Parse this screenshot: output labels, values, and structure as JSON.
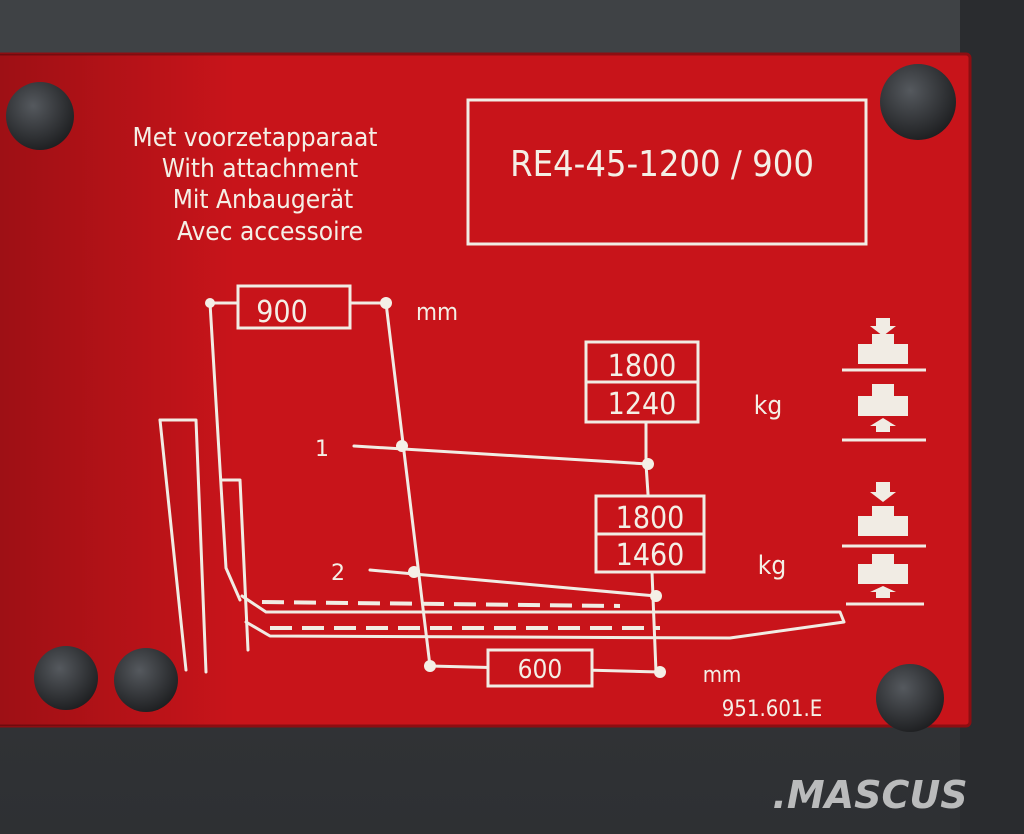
{
  "plate": {
    "background_color": "#c8141a",
    "line_color": "#f1ece4",
    "attachment_lines": [
      "Met voorzetapparaat",
      "With attachment",
      "Mit Anbaugerät",
      "Avec accessoire"
    ],
    "model": "RE4-45-1200 / 900",
    "top_distance": "900",
    "top_unit": "mm",
    "point_labels": [
      "1",
      "2"
    ],
    "load_1": {
      "upper": "1800",
      "lower": "1240",
      "unit": "kg"
    },
    "load_2": {
      "upper": "1800",
      "lower": "1460",
      "unit": "kg"
    },
    "bottom_distance": "600",
    "bottom_unit": "mm",
    "part_number": "951.601.E"
  },
  "watermark": ".MASCUS"
}
